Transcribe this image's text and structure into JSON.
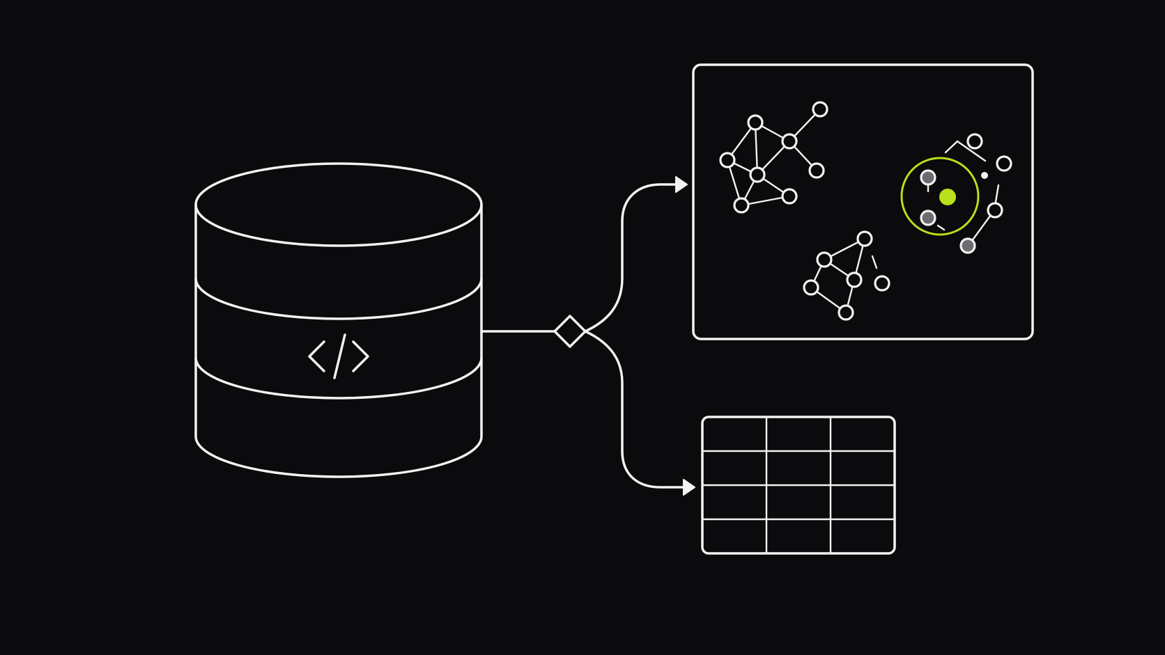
{
  "diagram": {
    "type": "data-flow",
    "source": {
      "shape": "database-cylinder",
      "icon": "code-brackets-icon"
    },
    "connector": {
      "shape": "diamond-junction"
    },
    "outputs": [
      {
        "name": "graph-panel",
        "shape": "rounded-rectangle",
        "content": "network-graph-clusters",
        "cluster_count": 3,
        "highlight": "neighbor-selection-circle"
      },
      {
        "name": "table-grid",
        "shape": "grid",
        "rows": 4,
        "columns": 3
      }
    ]
  },
  "colors": {
    "background": "#0b0a0c",
    "stroke": "#f2f2f2",
    "accent": "#b8e01c",
    "muted_node": "#6b6b70"
  }
}
